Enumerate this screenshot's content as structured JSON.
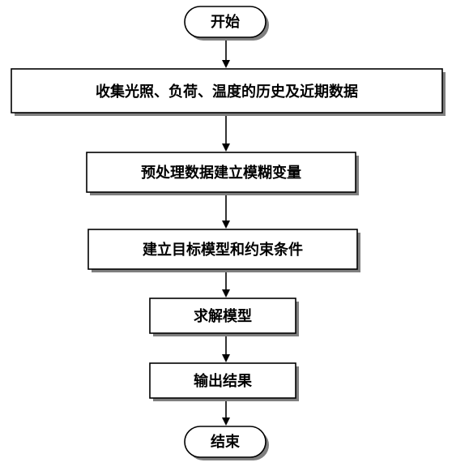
{
  "nodes": [
    {
      "id": "start",
      "type": "terminal",
      "label": "开始"
    },
    {
      "id": "step1",
      "type": "process",
      "label": "收集光照、负荷、温度的历史及近期数据"
    },
    {
      "id": "step2",
      "type": "process",
      "label": "预处理数据建立模糊变量"
    },
    {
      "id": "step3",
      "type": "process",
      "label": "建立目标模型和约束条件"
    },
    {
      "id": "step4",
      "type": "process",
      "label": "求解模型"
    },
    {
      "id": "step5",
      "type": "process",
      "label": "输出结果"
    },
    {
      "id": "end",
      "type": "terminal",
      "label": "结束"
    }
  ],
  "edges": [
    {
      "from": "start",
      "to": "step1"
    },
    {
      "from": "step1",
      "to": "step2"
    },
    {
      "from": "step2",
      "to": "step3"
    },
    {
      "from": "step3",
      "to": "step4"
    },
    {
      "from": "step4",
      "to": "step5"
    },
    {
      "from": "step5",
      "to": "end"
    }
  ]
}
